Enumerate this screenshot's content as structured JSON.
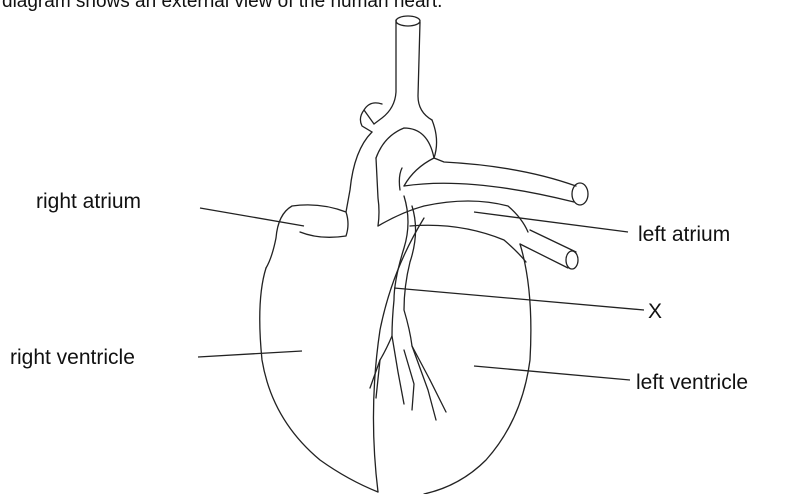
{
  "caption": "diagram shows an external view of the human heart.",
  "labels": {
    "right_atrium": "right atrium",
    "left_atrium": "left atrium",
    "x": "X",
    "right_ventricle": "right ventricle",
    "left_ventricle": "left ventricle"
  }
}
